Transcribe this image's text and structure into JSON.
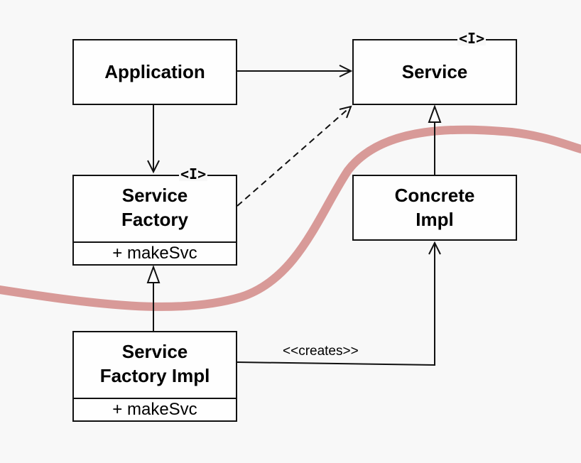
{
  "diagram": {
    "nodes": {
      "application": {
        "title": "Application"
      },
      "service": {
        "title": "Service",
        "stereotype": "<I>"
      },
      "service_factory": {
        "title": "Service\nFactory",
        "stereotype": "<I>",
        "method": "+ makeSvc"
      },
      "concrete_impl": {
        "title": "Concrete\nImpl"
      },
      "service_factory_impl": {
        "title": "Service\nFactory Impl",
        "method": "+ makeSvc"
      }
    },
    "edges": {
      "creates_label": "<<creates>>"
    },
    "colors": {
      "boundary_curve": "#d89a98",
      "line": "#111111"
    }
  }
}
